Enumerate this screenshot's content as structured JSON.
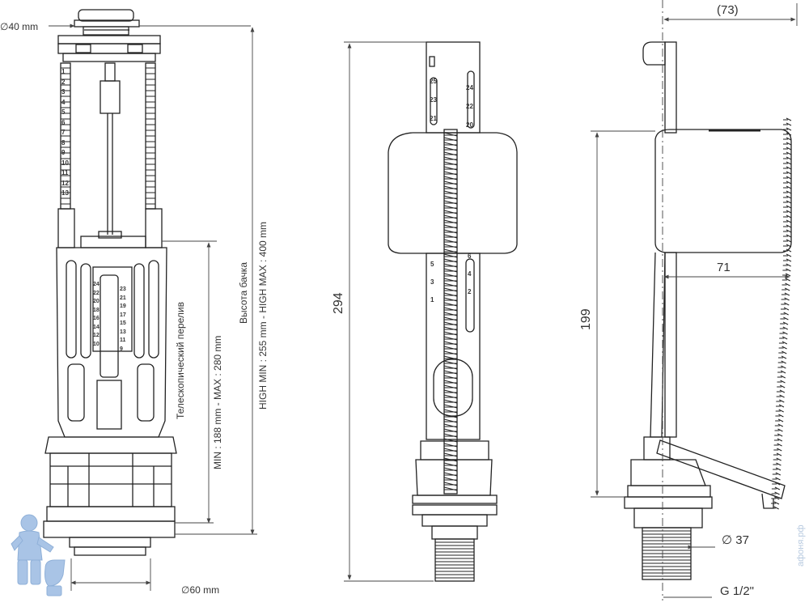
{
  "labels": {
    "d40": "∅40 mm",
    "d60": "∅60 mm",
    "overflow": "Телескопический перелив",
    "minmax_overflow": "MIN : 188 mm - MAX : 280 mm",
    "tank_height": "Высота бачка",
    "tank_minmax": "HIGH MIN : 255 mm - HIGH MAX : 400 mm",
    "h294": "294",
    "h199": "199",
    "w73": "(73)",
    "w71": "71",
    "d37": "∅ 37",
    "thread": "G 1/2\""
  },
  "scale_marks": {
    "left_col": [
      "1",
      "2",
      "3",
      "4",
      "5",
      "6",
      "7",
      "8",
      "9",
      "10",
      "11",
      "12",
      "13"
    ],
    "mid_left": [
      "24",
      "22",
      "20",
      "18",
      "16",
      "14",
      "12",
      "10"
    ],
    "mid_right": [
      "23",
      "21",
      "19",
      "17",
      "15",
      "13",
      "11",
      "9"
    ],
    "valve_top_left": [
      "25",
      "23",
      "21"
    ],
    "valve_top_right": [
      "24",
      "22",
      "20"
    ],
    "valve_bot_left": [
      "5",
      "3",
      "1"
    ],
    "valve_bot_right": [
      "6",
      "4",
      "2"
    ]
  },
  "watermark": "афоня.рф",
  "colors": {
    "line": "#222222",
    "dim": "#444444",
    "mascot": "#a9c4e6",
    "text": "#333333"
  }
}
